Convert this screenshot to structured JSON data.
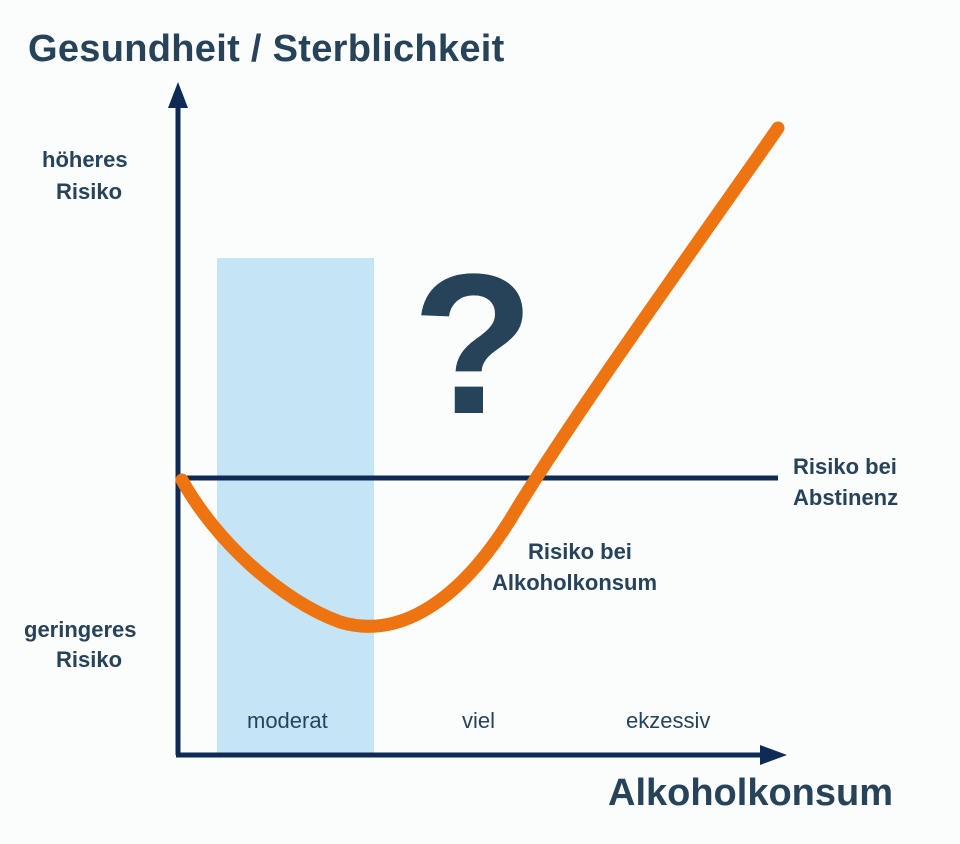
{
  "chart_data": {
    "type": "line",
    "title": "Gesundheit / Sterblichkeit",
    "xlabel": "Alkoholkonsum",
    "ylabel": "Gesundheit / Sterblichkeit",
    "y_annotations": {
      "top": "höheres Risiko",
      "bottom": "geringeres Risiko"
    },
    "x_categories": [
      "moderat",
      "viel",
      "ekzessiv"
    ],
    "highlight_band": {
      "category": "moderat",
      "color": "#c5e4f5"
    },
    "series": [
      {
        "name": "Risiko bei Abstinenz",
        "color": "#0f2a55",
        "type": "constant",
        "relative_value": 0
      },
      {
        "name": "Risiko bei Alkoholkonsum",
        "color": "#ee7411",
        "type": "J-curve",
        "x": [
          0,
          0.1,
          0.2,
          0.3,
          0.4,
          0.5,
          0.6,
          0.7,
          0.8,
          1.0
        ],
        "values": [
          0,
          -0.6,
          -0.95,
          -1.0,
          -0.8,
          -0.35,
          0.2,
          0.9,
          1.7,
          2.3
        ]
      }
    ],
    "annotations": [
      "?"
    ],
    "grid": false,
    "legend": "inline labels"
  },
  "labels": {
    "title": "Gesundheit / Sterblichkeit",
    "y_top_1": "höheres",
    "y_top_2": "Risiko",
    "y_bottom_1": "geringeres",
    "y_bottom_2": "Risiko",
    "abstinence_1": "Risiko bei",
    "abstinence_2": "Abstinenz",
    "consumption_1": "Risiko bei",
    "consumption_2": "Alkoholkonsum",
    "cat_moderat": "moderat",
    "cat_viel": "viel",
    "cat_ekzessiv": "ekzessiv",
    "x_title": "Alkoholkonsum",
    "question": "?"
  }
}
